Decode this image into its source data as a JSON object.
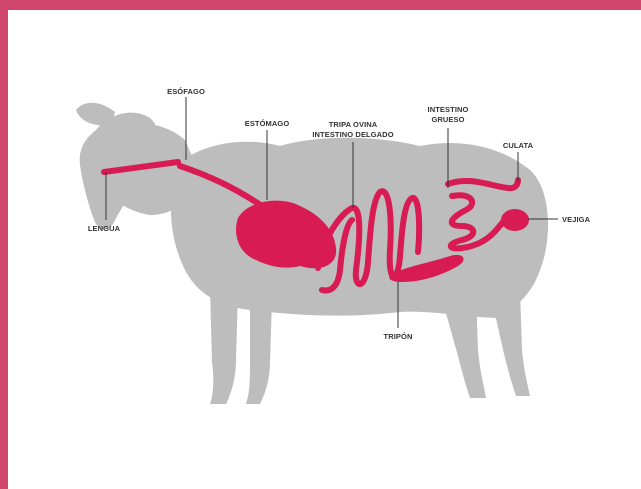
{
  "colors": {
    "frame": "#d0456c",
    "background": "#ffffff",
    "sheep": "#bdbdbd",
    "organs": "#d81b52",
    "leader_lines": "#333333",
    "label_text": "#333333"
  },
  "labels": {
    "esofago": "ESÓFAGO",
    "estomago": "ESTÓMAGO",
    "tripa_ovina_1": "TRIPA OVINA",
    "tripa_ovina_2": "INTESTINO DELGADO",
    "intestino_grueso_1": "INTESTINO",
    "intestino_grueso_2": "GRUESO",
    "culata": "CULATA",
    "lengua": "LENGUA",
    "vejiga": "VEJIGA",
    "tripon": "TRIPÓN"
  }
}
